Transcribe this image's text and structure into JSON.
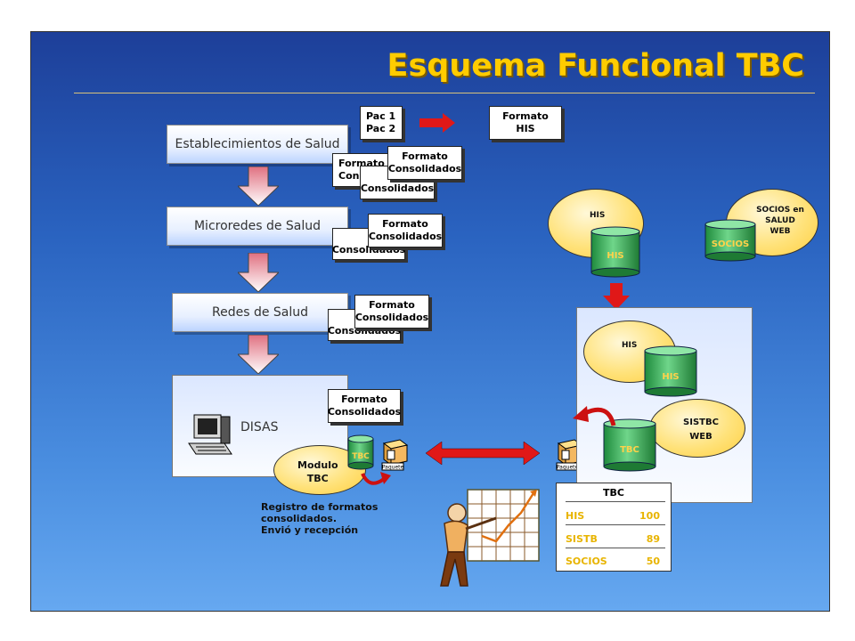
{
  "title": "Esquema Funcional TBC",
  "levels": {
    "establecimientos": "Establecimientos de Salud",
    "microredes": "Microredes de Salud",
    "redes": "Redes de Salud",
    "disas": "DISAS"
  },
  "docs": {
    "pac_line1": "Pac 1",
    "pac_line2": "Pac 2",
    "formato_his_1": "Formato",
    "formato_his_2": "HIS",
    "formato": "Formato",
    "consolidados": "Consolidados",
    "fo": "Fo",
    "formato_partial": "Formato",
    "cons_partial": "Cons",
    "consolidados_partial": "Consolidados",
    "consolidados_cut": "Consolidados"
  },
  "modulo": {
    "line1": "Modulo",
    "line2": "TBC"
  },
  "cylinders": {
    "tbc_small": "TBC",
    "his_top": "HIS",
    "socios": "SOCIOS",
    "his_panel": "HIS",
    "tbc_panel": "TBC"
  },
  "ellipses": {
    "his_top": "HIS",
    "socios_line1": "SOCIOS en",
    "socios_line2": "SALUD",
    "socios_line3": "WEB",
    "his_panel": "HIS",
    "sistbc_line1": "SISTBC",
    "sistbc_line2": "WEB"
  },
  "package_label": "Paquete",
  "note": {
    "line1": "Registro de formatos",
    "line2": "consolidados.",
    "line3": "Envió y recepción"
  },
  "summary_table": {
    "header": "TBC",
    "rows": [
      {
        "label": "HIS",
        "value": "100"
      },
      {
        "label": "SISTB",
        "value": "89"
      },
      {
        "label": "SOCIOS",
        "value": "50"
      }
    ]
  },
  "colors": {
    "title": "#ffcc00",
    "cylinder_green": "#3db05a",
    "ellipse_yellow": "#ffe27a",
    "arrow_red": "#e01818",
    "table_values": "#e8b400"
  }
}
